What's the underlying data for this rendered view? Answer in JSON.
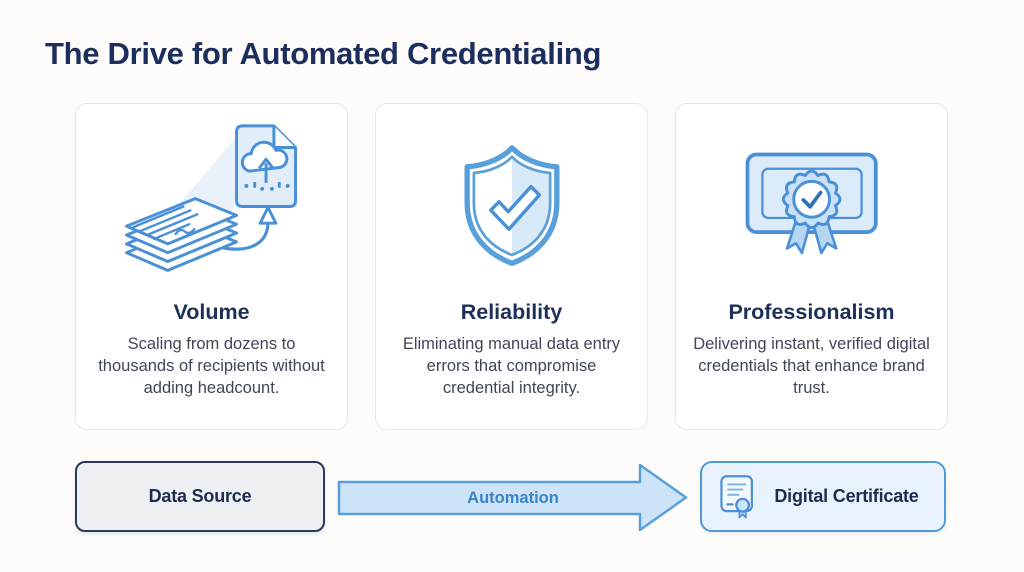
{
  "page": {
    "title": "The Drive for Automated Credentialing"
  },
  "cards": [
    {
      "icon": "document-stack-upload-icon",
      "heading": "Volume",
      "description": "Scaling from dozens to thousands of recipients without adding headcount."
    },
    {
      "icon": "shield-check-icon",
      "heading": "Reliability",
      "description": "Eliminating manual data entry errors that compromise credential integrity."
    },
    {
      "icon": "certificate-ribbon-icon",
      "heading": "Professionalism",
      "description": "Delivering instant, verified digital credentials that enhance brand trust."
    }
  ],
  "flow": {
    "source": {
      "label": "Data Source"
    },
    "arrow": {
      "label": "Automation",
      "icon": "right-arrow-shape"
    },
    "target": {
      "label": "Digital Certificate",
      "icon": "certificate-seal-icon"
    }
  },
  "colors": {
    "title_navy": "#1c2e5e",
    "heading_navy": "#1e3057",
    "body_text": "#3f4757",
    "icon_stroke_blue": "#4a90d8",
    "icon_fill_light": "#d9eaf9",
    "arrow_fill": "#cde4f8",
    "arrow_stroke": "#5b9fd9",
    "arrow_label_blue": "#3b82c9",
    "card_border": "#e5e8ed",
    "source_box_bg": "#eef0f4",
    "source_box_border": "#2a3a5f",
    "target_box_bg": "#e9f3fd",
    "target_box_border": "#4f9ad9"
  }
}
